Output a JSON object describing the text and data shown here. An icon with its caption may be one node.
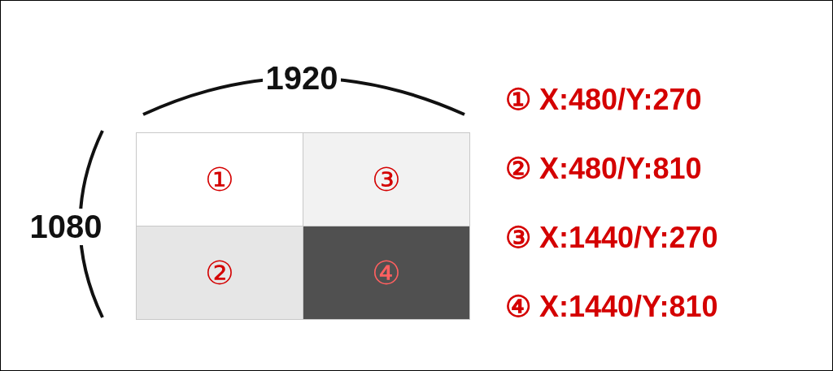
{
  "diagram": {
    "nodes": [
      {
        "text": [
          "①"
        ]
      },
      {
        "text": [
          "③"
        ]
      },
      {
        "text": [
          "②"
        ]
      },
      {
        "text": [
          "④"
        ]
      }
    ],
    "edges": [],
    "labels": [
      "1920",
      "① X:480/Y:270",
      "② X:480/Y:810",
      "1080",
      "③ X:1440/Y:270",
      "④ X:1440/Y:810"
    ]
  }
}
